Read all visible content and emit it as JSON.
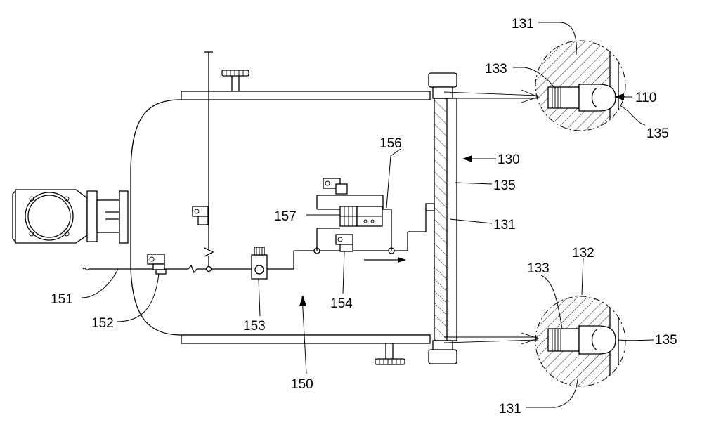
{
  "labels": {
    "l131_top": "131",
    "l133_top": "133",
    "l110": "110",
    "l135_top": "135",
    "l156": "156",
    "l130": "130",
    "l135_mid": "135",
    "l157": "157",
    "l131_mid": "131",
    "l151": "151",
    "l152": "152",
    "l153": "153",
    "l154": "154",
    "l150": "150",
    "l132": "132",
    "l133_bot": "133",
    "l135_bot": "135",
    "l131_bot": "131"
  }
}
